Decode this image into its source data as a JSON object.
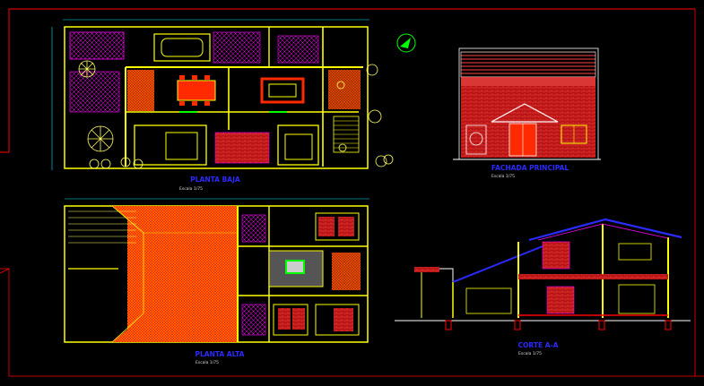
{
  "drawing": {
    "ground_floor": {
      "title": "PLANTA BAJA",
      "scale": "Escala      1/75"
    },
    "upper_floor": {
      "title": "PLANTA ALTA",
      "scale": "Escala      1/75"
    },
    "main_facade": {
      "title": "FACHADA PRINCIPAL",
      "scale": "Escala      1/75"
    },
    "section": {
      "title": "CORTE A-A",
      "scale": "Escala      1/75"
    }
  },
  "colors": {
    "background": "#000000",
    "frame": "#ff0000",
    "walls": "#ffff00",
    "accent": "#ff00ff",
    "roof": "#ff2a00",
    "brick": "#c01818",
    "dimension": "#00e5ff",
    "vegetation": "#ffff66",
    "title_text": "#2b2bff",
    "green": "#00ff00",
    "white": "#ffffff"
  }
}
